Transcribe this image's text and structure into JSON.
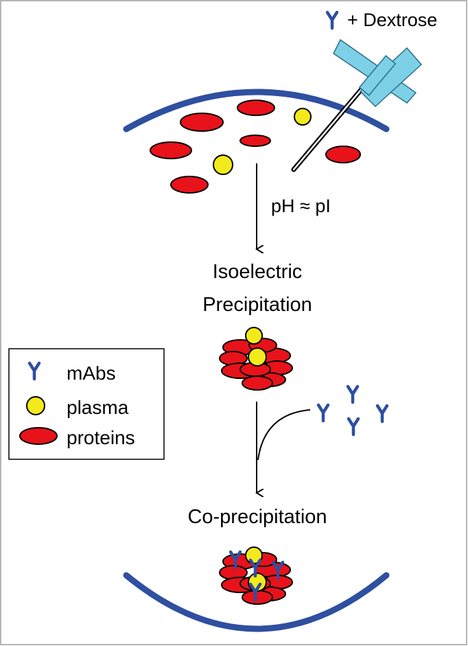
{
  "header": {
    "antibody_plus": "+ Dextrose"
  },
  "steps": {
    "ph_condition": "pH ≈ pI",
    "step1_line1": "Isoelectric",
    "step1_line2": "Precipitation",
    "step2": "Co-precipitation"
  },
  "legend": {
    "items": [
      {
        "icon": "antibody-icon",
        "label": "mAbs"
      },
      {
        "icon": "plasma-circle-icon",
        "label": "plasma"
      },
      {
        "icon": "protein-ellipse-icon",
        "label": "proteins"
      }
    ]
  },
  "colors": {
    "antibody": "#2e4fa1",
    "protein_fill": "#e8121b",
    "plasma_fill": "#f3ea1b",
    "vessel": "#2f4fa0",
    "needle_hub": "#7dd0e6",
    "border": "#b5b5b5"
  }
}
